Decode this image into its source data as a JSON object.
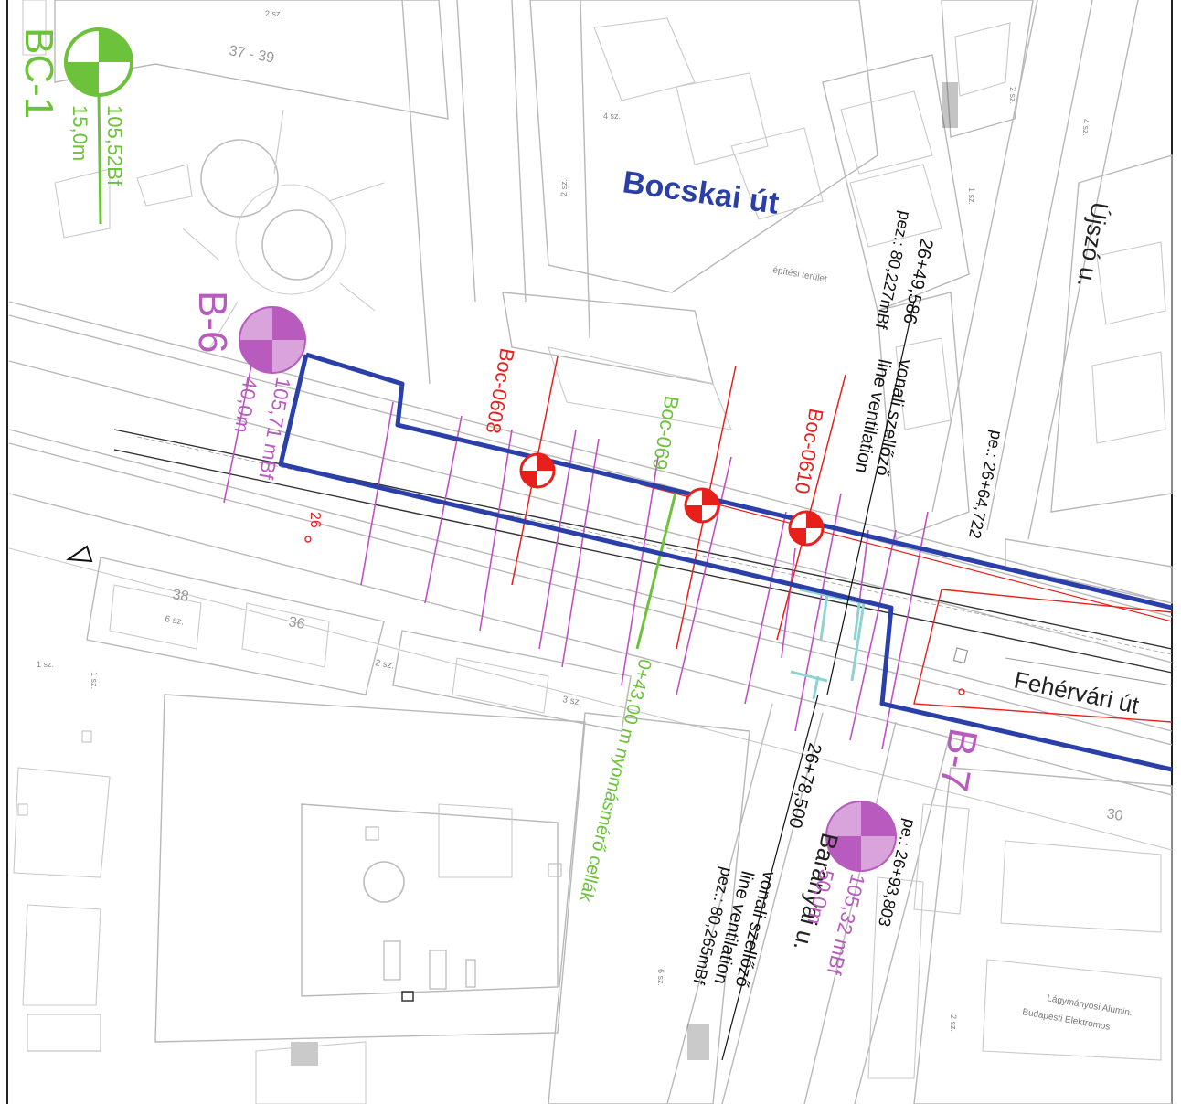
{
  "colors": {
    "route": "#2a3fa8",
    "borehole_magenta": "#b95bbe",
    "borehole_red": "#e8201c",
    "borehole_green": "#6cc23a",
    "ventilation_text": "#111111",
    "station_box": "#8fd3d0",
    "base_lines": "#b8b8b8"
  },
  "streets": {
    "bocskai": "Bocskai út",
    "ujszo": "Újszó u.",
    "fehervari": "Fehérvári út",
    "baranyai": "Baranyai u."
  },
  "boreholes": {
    "bc1": {
      "label": "BC-1",
      "elevation": "105,52Bf",
      "depth": "15,0m"
    },
    "b6": {
      "label": "B-6",
      "elevation": "105,71 mBf",
      "depth": "40,0m"
    },
    "b7": {
      "label": "B-7",
      "elevation": "105,32 mBf",
      "depth": "50,0m",
      "chainage": "pe.: 26+93,803"
    },
    "boc0608": {
      "label": "Boc-0608"
    },
    "boc069": {
      "label": "Boc-069"
    },
    "boc0610": {
      "label": "Boc-0610"
    }
  },
  "ventilation": [
    {
      "chainage": "26+49,586",
      "name": "vonali szellőző",
      "name_en": "line ventilation",
      "elevation": "pez.: 80,227mBf"
    },
    {
      "chainage": "26+78,500",
      "name": "vonali szellőző",
      "name_en": "line ventilation",
      "elevation": "pez.: 80,265mBf"
    }
  ],
  "other_labels": {
    "pe_chainage": "pe.: 26+64,722",
    "pressure_cell": "0+43,00 m nyomásmérő cellák",
    "number_26": "26",
    "building_label_1": "Lágymányosi Alumin.",
    "building_label_2": "Budapesti Elektromos",
    "stories_6": "6 sz.",
    "stories_2": "2 sz.",
    "stories_3": "3 sz.",
    "house_36": "36",
    "house_38": "38",
    "house_30": "30",
    "house_37_39": "37 - 39",
    "building_site": "építési terület"
  }
}
